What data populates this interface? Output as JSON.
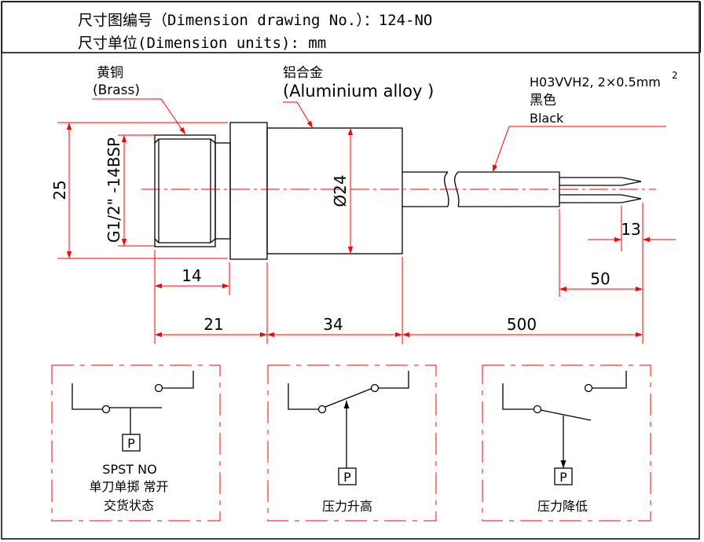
{
  "header": {
    "drawing_no_line": "尺寸图编号（Dimension drawing No.）：124-NO",
    "units_line": "尺寸单位(Dimension units): mm"
  },
  "labels": {
    "brass_cn": "黄铜",
    "brass_en": "(Brass)",
    "alu_cn": "铝合金",
    "alu_en": "(Aluminium alloy )",
    "cable_spec": "H03VVH2, 2×0.5mm",
    "cable_sup": "2",
    "cable_color_cn": "黑色",
    "cable_color_en": "Black",
    "thread": "G1/2\" -14BSP",
    "height_25": "25",
    "diameter": "Ø24",
    "dim_14": "14",
    "dim_21": "21",
    "dim_34": "34",
    "dim_500": "500",
    "dim_50": "50",
    "dim_13": "13"
  },
  "switches": [
    {
      "p_label": "P",
      "caption_lines": [
        "SPST NO",
        "单刀单掷 常开",
        "交货状态"
      ]
    },
    {
      "p_label": "P",
      "caption_lines": [
        "压力升高"
      ]
    },
    {
      "p_label": "P",
      "caption_lines": [
        "压力降低"
      ]
    }
  ],
  "colors": {
    "dimension": "#ff0000",
    "outline": "#000000"
  }
}
